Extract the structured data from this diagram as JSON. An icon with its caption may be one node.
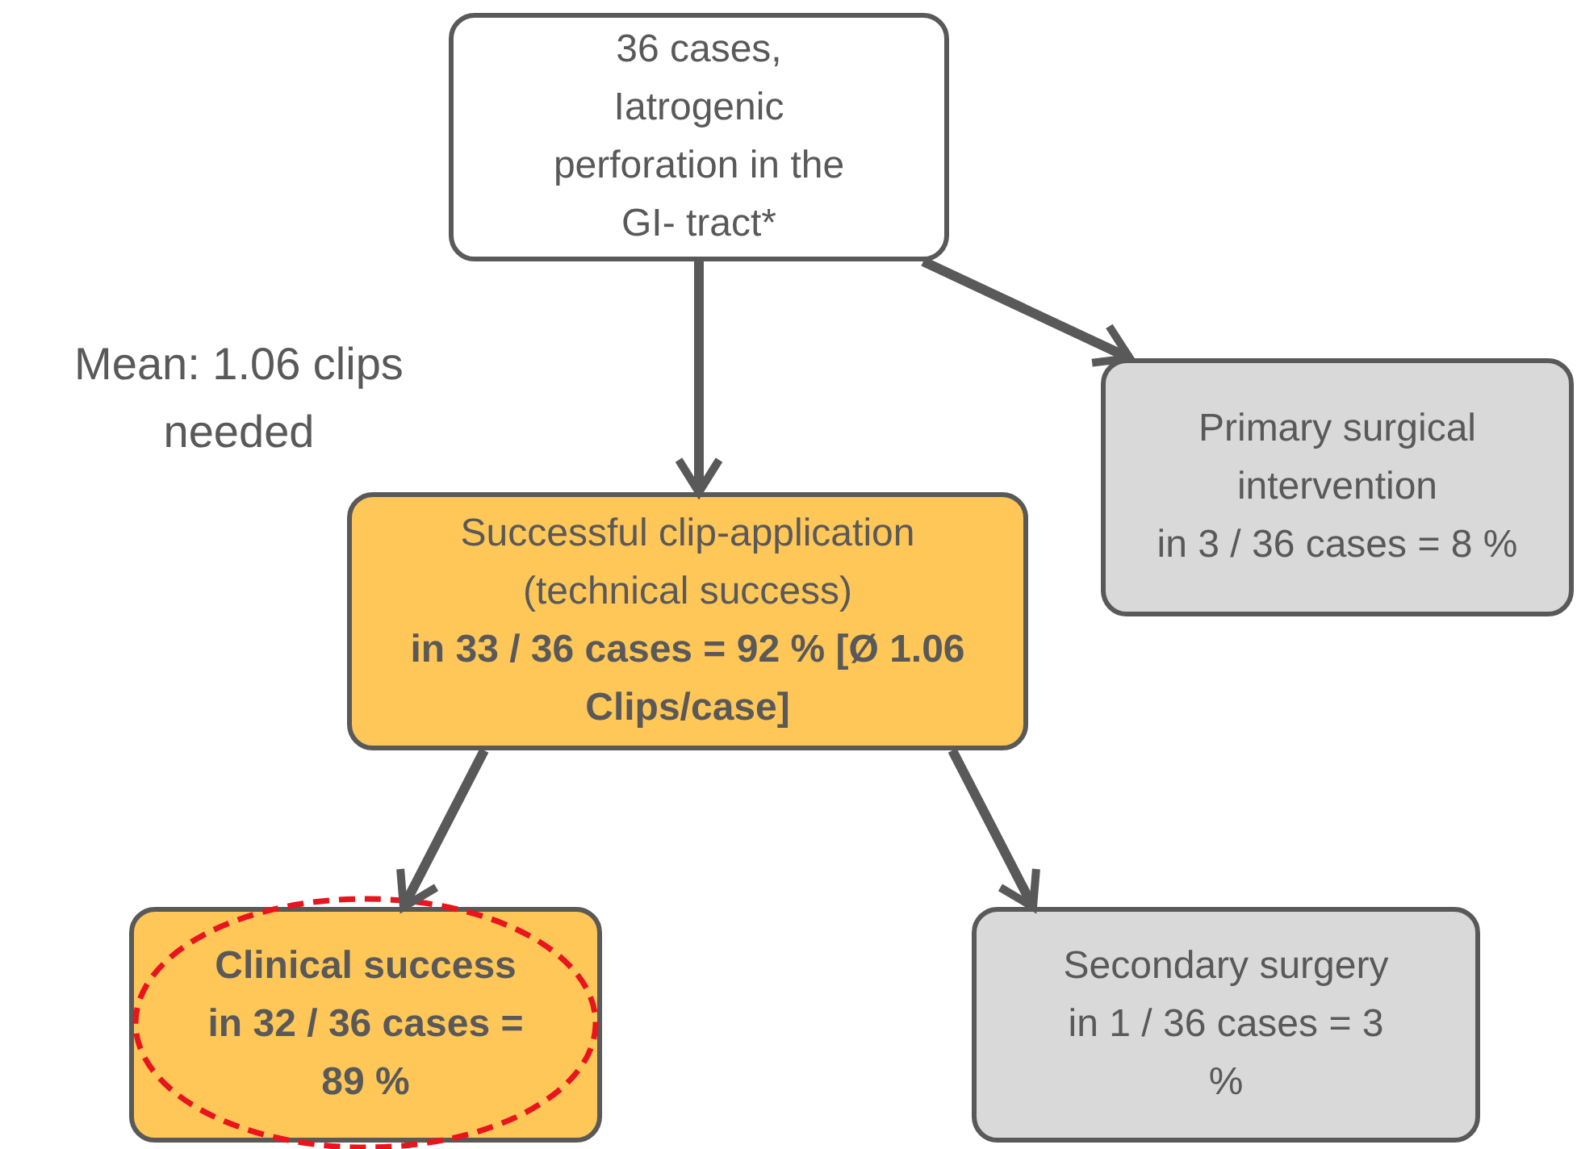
{
  "diagram": {
    "nodes": [
      {
        "text": [
          "36 cases, Iatrogenic perforation in the GI- tract*"
        ]
      },
      {
        "text": [
          "Primary surgical intervention",
          "in 3 / 36 cases = 8 %"
        ]
      },
      {
        "text": [
          "Successful clip-application (technical success)",
          "in 33 / 36 cases = 92 % [Ø 1.06 Clips/case]"
        ]
      },
      {
        "text": [
          "Clinical success in 32 / 36 cases = 89 %"
        ]
      },
      {
        "text": [
          "Secondary surgery in 1 / 36 cases = 3 %"
        ]
      }
    ],
    "edges": [
      {
        "from": 0,
        "to": 2,
        "arrow": "to"
      },
      {
        "from": 0,
        "to": 1,
        "arrow": "to"
      },
      {
        "from": 2,
        "to": 3,
        "arrow": "to"
      },
      {
        "from": 2,
        "to": 4,
        "arrow": "to"
      }
    ],
    "labels": [
      "Mean: 1.06 clips needed"
    ]
  }
}
